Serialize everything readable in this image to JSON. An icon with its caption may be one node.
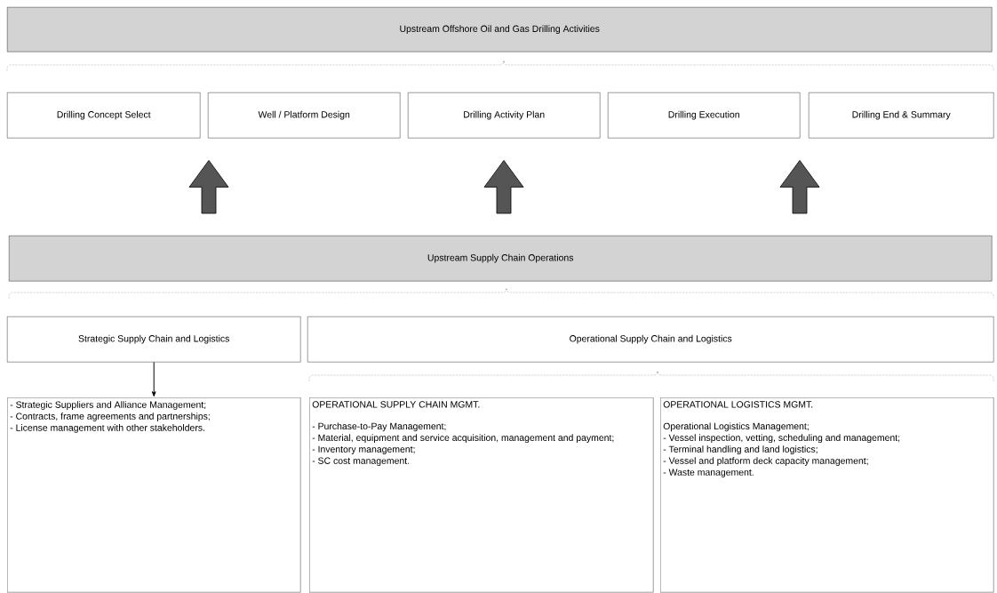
{
  "diagram": {
    "nodes": [
      {
        "text": [
          "Upstream Offshore Oil and Gas Drilling Activities"
        ]
      },
      {
        "text": [
          "Drilling Concept Select"
        ]
      },
      {
        "text": [
          "Well / Platform Design"
        ]
      },
      {
        "text": [
          "Drilling Activity Plan"
        ]
      },
      {
        "text": [
          "Drilling Execution"
        ]
      },
      {
        "text": [
          "Drilling End & Summary"
        ]
      },
      {
        "text": [
          "Upstream Supply Chain Operations"
        ]
      },
      {
        "text": [
          "Strategic Supply Chain and Logistics"
        ]
      },
      {
        "text": [
          "Operational Supply Chain and Logistics"
        ]
      },
      {
        "text": [
          "- Strategic Suppliers and Alliance Management;",
          "- Contracts, frame agreements and partnerships;",
          "- License management with other stakeholders."
        ]
      },
      {
        "text": [
          "OPERATIONAL SUPPLY CHAIN MGMT.",
          "- Purchase-to-Pay Management;",
          "- Material, equipment and service acquisition, management and payment;",
          "- Inventory management;",
          "- SC cost management."
        ]
      },
      {
        "text": [
          "OPERATIONAL LOGISTICS MGMT.",
          "Operational Logistics Management;",
          "- Vessel inspection, vetting, scheduling and management;",
          "- Terminal handling and land logistics;",
          "- Vessel and platform deck capacity management;",
          "- Waste management."
        ]
      }
    ],
    "edges": [
      {
        "from": 6,
        "to": 1,
        "arrow": "to",
        "style": "thick"
      },
      {
        "from": 6,
        "to": 3,
        "arrow": "to",
        "style": "thick"
      },
      {
        "from": 6,
        "to": 4,
        "arrow": "to",
        "style": "thick"
      },
      {
        "from": 7,
        "to": 9,
        "arrow": "to"
      }
    ]
  }
}
